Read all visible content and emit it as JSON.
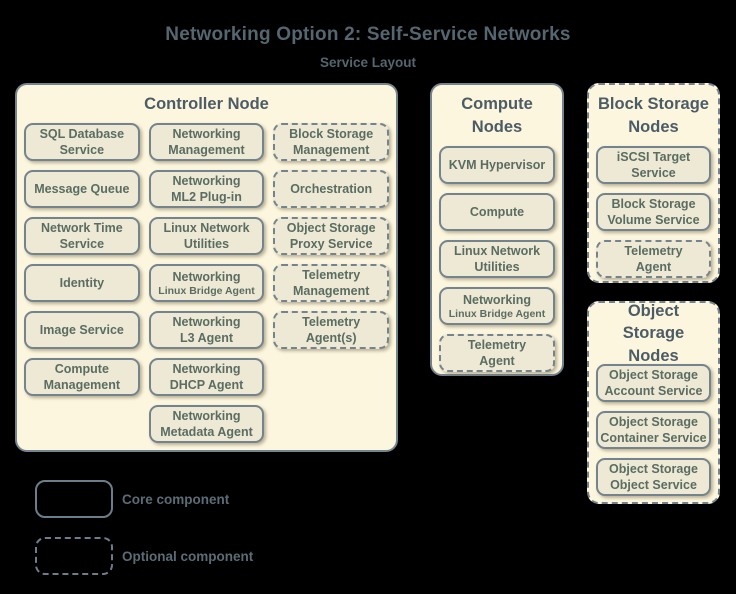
{
  "header": {
    "title": "Networking Option 2: Self-Service Networks",
    "subtitle": "Service Layout"
  },
  "colors": {
    "page_background": "#000000",
    "container_fill": "#fcf6de",
    "component_fill": "#eee9d4",
    "border": "#74848f",
    "header_text": "#54666f",
    "node_title_text": "#4c5c66",
    "component_text": "#5a6d63",
    "legend_text": "#5b6c76"
  },
  "nodes": [
    {
      "id": "controller-node",
      "title": "Controller Node",
      "optional": false,
      "columns": [
        [
          {
            "text": "SQL Database\nService",
            "optional": false
          },
          {
            "text": "Message Queue",
            "optional": false
          },
          {
            "text": "Network Time\nService",
            "optional": false
          },
          {
            "text": "Identity",
            "optional": false
          },
          {
            "text": "Image Service",
            "optional": false
          },
          {
            "text": "Compute\nManagement",
            "optional": false
          }
        ],
        [
          {
            "text": "Networking\nManagement",
            "optional": false
          },
          {
            "text": "Networking\nML2 Plug-in",
            "optional": false
          },
          {
            "text": "Linux Network\nUtilities",
            "optional": false
          },
          {
            "text": "Networking",
            "sub": "Linux Bridge Agent",
            "optional": false
          },
          {
            "text": "Networking\nL3 Agent",
            "optional": false
          },
          {
            "text": "Networking\nDHCP Agent",
            "optional": false
          },
          {
            "text": "Networking\nMetadata Agent",
            "optional": false
          }
        ],
        [
          {
            "text": "Block Storage\nManagement",
            "optional": true
          },
          {
            "text": "Orchestration",
            "optional": true
          },
          {
            "text": "Object Storage\nProxy Service",
            "optional": true
          },
          {
            "text": "Telemetry\nManagement",
            "optional": true
          },
          {
            "text": "Telemetry\nAgent(s)",
            "optional": true
          }
        ]
      ]
    },
    {
      "id": "compute-nodes",
      "title": "Compute\nNodes",
      "optional": false,
      "columns": [
        [
          {
            "text": "KVM Hypervisor",
            "optional": false
          },
          {
            "text": "Compute",
            "optional": false
          },
          {
            "text": "Linux Network\nUtilities",
            "optional": false
          },
          {
            "text": "Networking",
            "sub": "Linux Bridge Agent",
            "optional": false
          },
          {
            "text": "Telemetry\nAgent",
            "optional": true
          }
        ]
      ]
    },
    {
      "id": "block-storage-nodes",
      "title": "Block Storage\nNodes",
      "optional": true,
      "columns": [
        [
          {
            "text": "iSCSI Target\nService",
            "optional": false
          },
          {
            "text": "Block Storage\nVolume Service",
            "optional": false
          },
          {
            "text": "Telemetry\nAgent",
            "optional": true
          }
        ]
      ]
    },
    {
      "id": "object-storage-nodes",
      "title": "Object\nStorage Nodes",
      "optional": true,
      "columns": [
        [
          {
            "text": "Object Storage\nAccount Service",
            "optional": false
          },
          {
            "text": "Object Storage\nContainer Service",
            "optional": false
          },
          {
            "text": "Object Storage\nObject Service",
            "optional": false
          }
        ]
      ]
    }
  ],
  "legend": {
    "items": [
      {
        "style": "solid",
        "label": "Core component"
      },
      {
        "style": "dashed",
        "label": "Optional component"
      }
    ]
  }
}
